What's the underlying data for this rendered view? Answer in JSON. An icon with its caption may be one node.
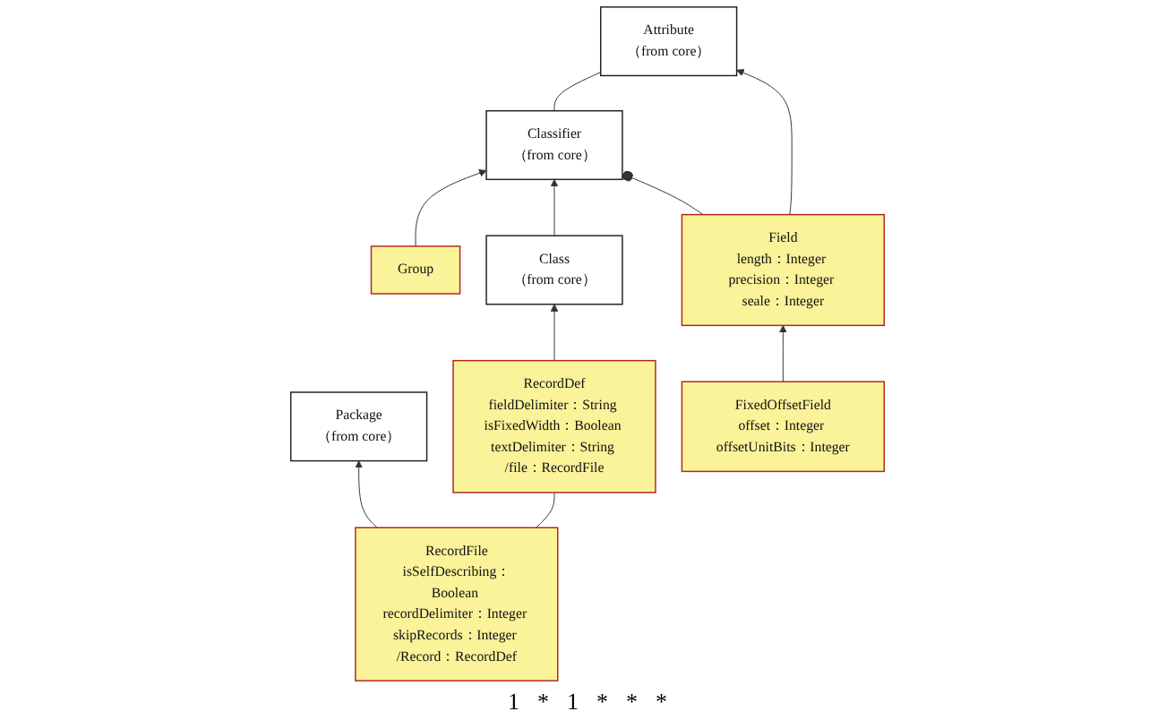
{
  "diagram": {
    "nodes": [
      {
        "text": [
          "Classifier",
          "（from core）"
        ]
      },
      {
        "text": [
          "Attribute",
          "（from core）"
        ]
      },
      {
        "text": [
          "Group"
        ]
      },
      {
        "text": [
          "Class",
          "（from core）"
        ]
      },
      {
        "text": [
          "Package",
          "（from core）"
        ]
      },
      {
        "text": [
          "Field",
          "length：Integer precision：Integer seale：Integer"
        ]
      },
      {
        "text": [
          "RecordFile",
          "isSelfDescribing：Boolean recordDelimiter：Integer skipRecords：Integer /Record：RecordDef"
        ]
      },
      {
        "text": [
          "RecordDef",
          "fieldDelimiter：String isFixedWidth：Boolean textDelimiter：String /file：RecordFile"
        ]
      },
      {
        "text": [
          "FixedOffsetField",
          "offset：Integer offsetUnitBits：Integer"
        ]
      }
    ],
    "edges": [
      {
        "from": 0,
        "to": 1,
        "arrow": "none"
      },
      {
        "from": 5,
        "to": 0,
        "arrow": "other"
      },
      {
        "from": 2,
        "to": 0,
        "arrow": "to"
      },
      {
        "from": 3,
        "to": 0,
        "arrow": "to"
      },
      {
        "from": 5,
        "to": 1,
        "arrow": "to"
      },
      {
        "from": 6,
        "to": 4,
        "arrow": "to"
      },
      {
        "from": 7,
        "to": 3,
        "arrow": "to"
      },
      {
        "from": 8,
        "to": 5,
        "arrow": "to"
      },
      {
        "from": 6,
        "to": 7,
        "arrow": "none"
      }
    ],
    "labels": [
      "1",
      "*",
      "1",
      "*",
      "*",
      "*"
    ]
  }
}
